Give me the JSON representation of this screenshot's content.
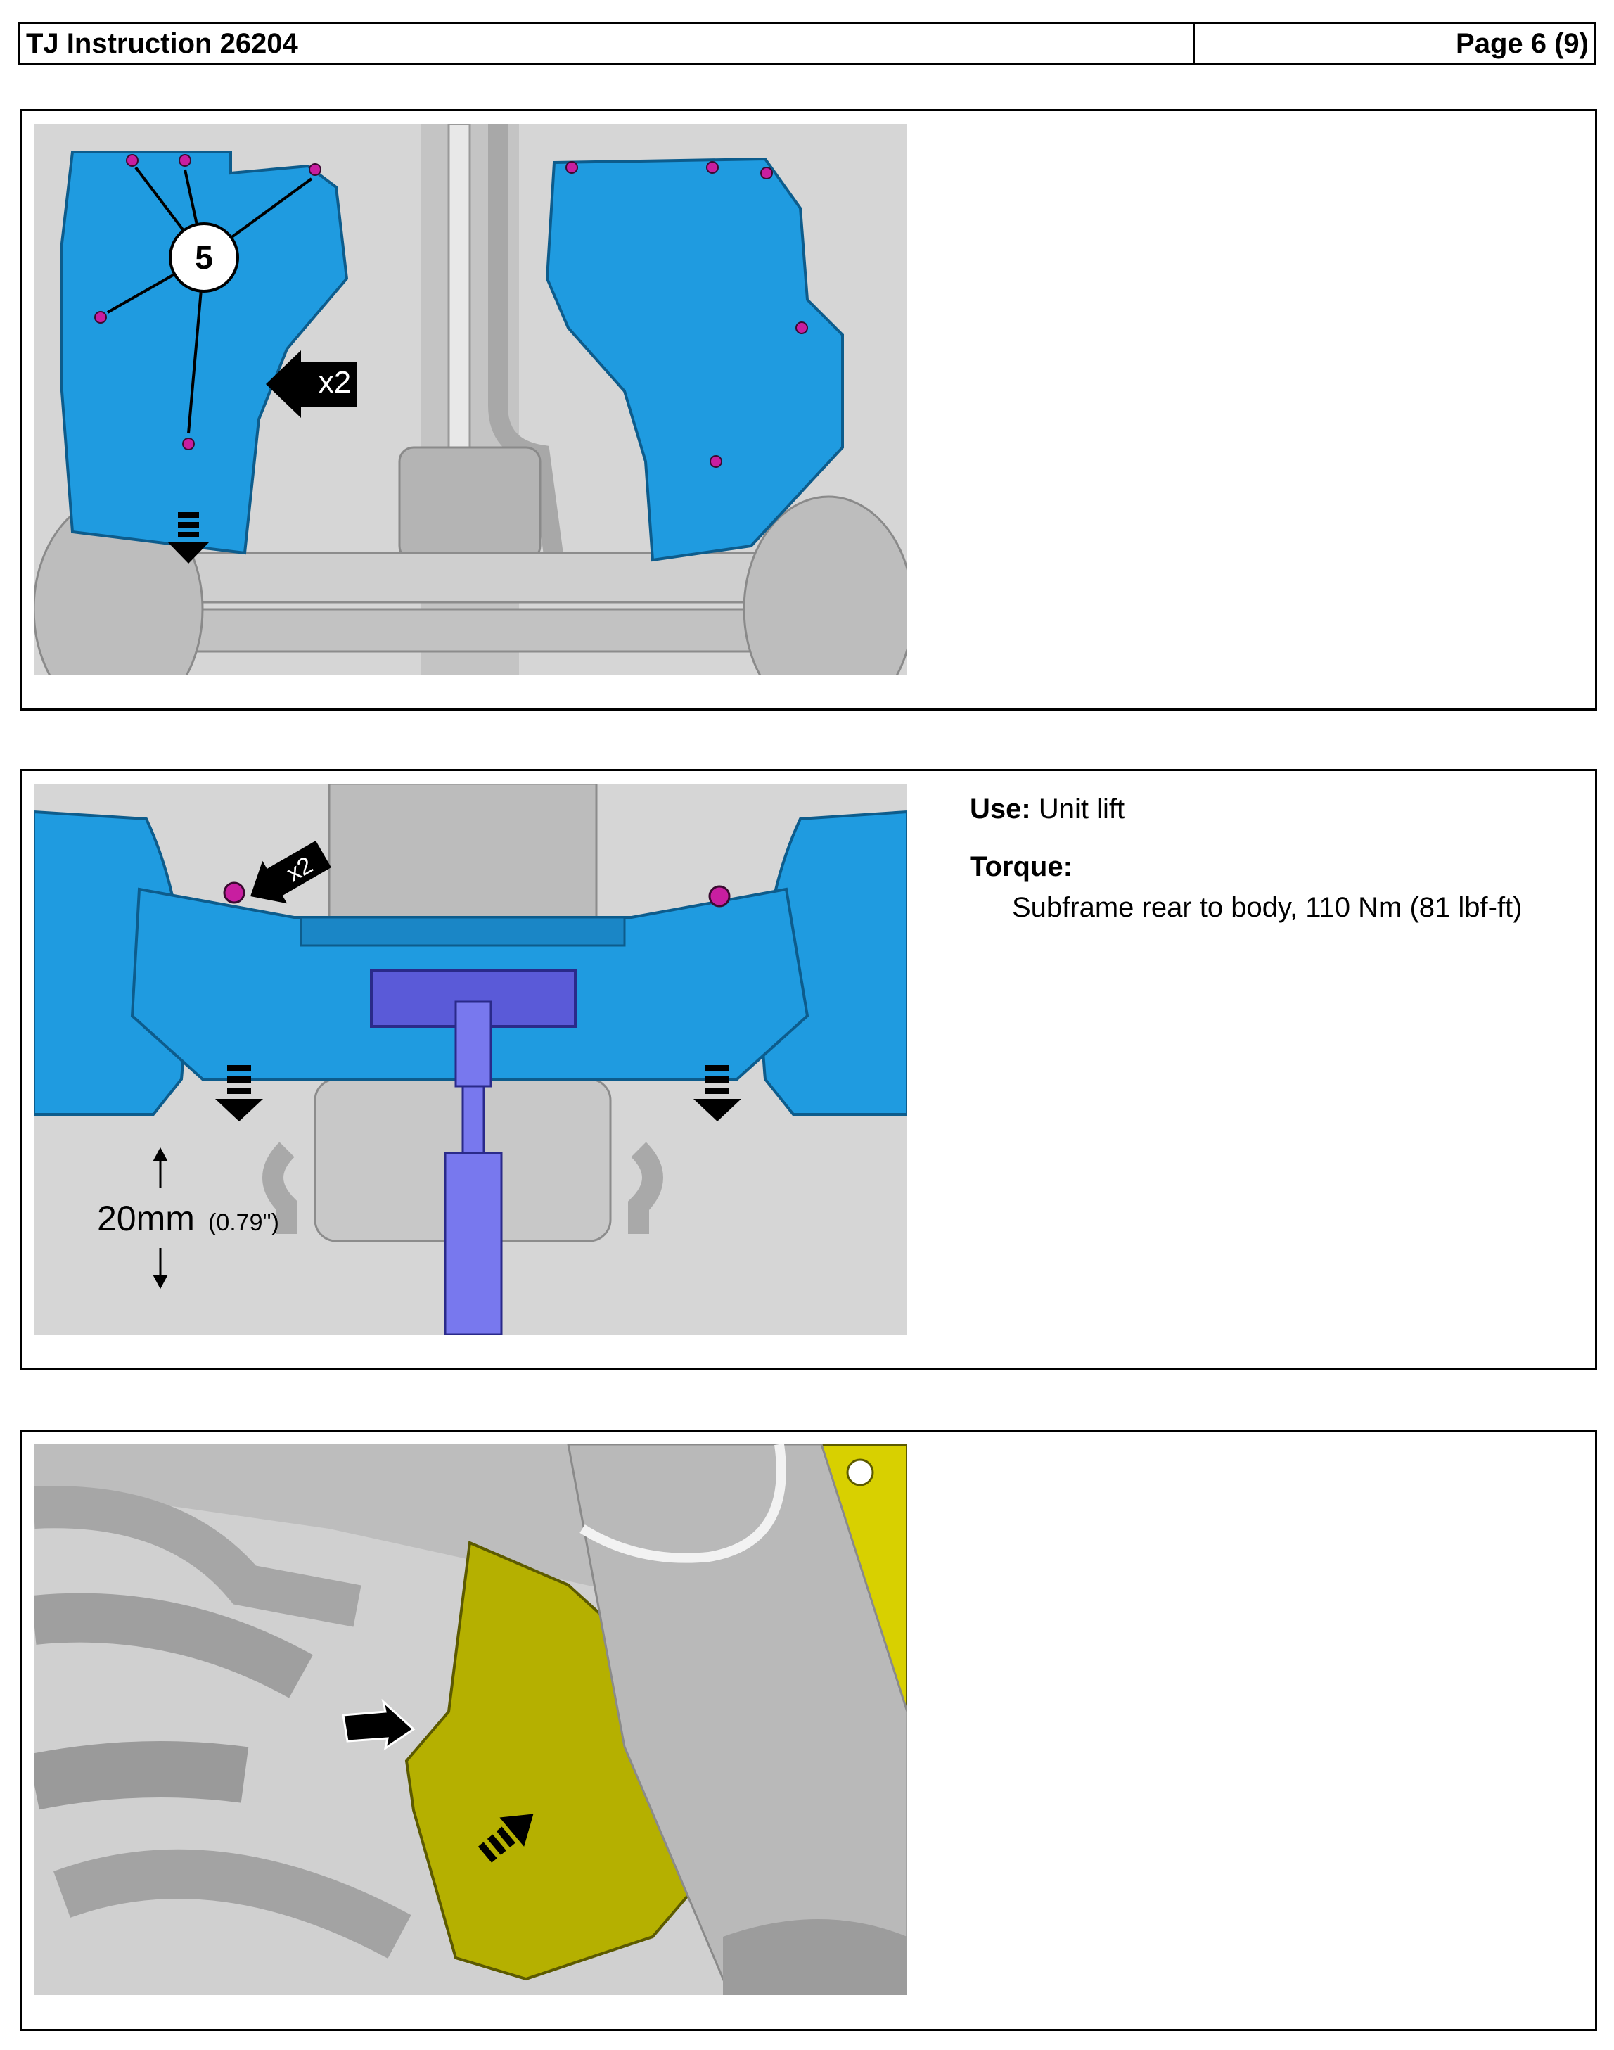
{
  "header": {
    "title": "TJ Instruction 26204",
    "page": "Page 6 (9)"
  },
  "steps": [
    {
      "callout_number": "5",
      "multiplier": "x2"
    },
    {
      "multiplier": "x2",
      "clearance_value": "20mm",
      "clearance_imperial": "(0.79\")",
      "use_label": "Use:",
      "use_value": "Unit lift",
      "torque_label": "Torque:",
      "torque_value": "Subframe rear to body,  110 Nm (81 lbf-ft)"
    },
    {}
  ],
  "colors": {
    "highlight_blue": "#1f9be0",
    "highlight_yellow": "#d8d000",
    "tool_purple": "#7878ee",
    "bolt_magenta": "#c81ea0",
    "background_gray": "#d6d6d6"
  }
}
